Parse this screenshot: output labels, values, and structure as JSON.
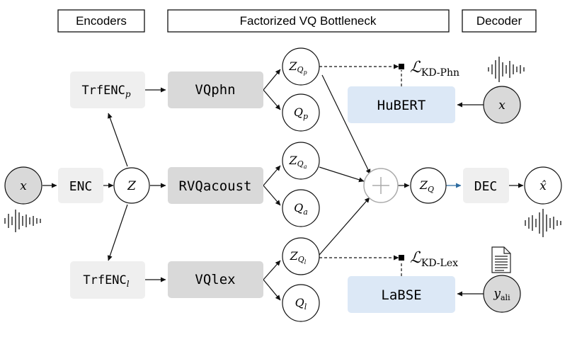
{
  "headers": {
    "encoders": "Encoders",
    "bottleneck": "Factorized VQ Bottleneck",
    "decoder": "Decoder"
  },
  "blocks": {
    "enc": "ENC",
    "trf_enc_p": {
      "base": "TrfENC",
      "sub": "p"
    },
    "trf_enc_l": {
      "base": "TrfENC",
      "sub": "l"
    },
    "vq_phn": "VQphn",
    "rvq_acoust": "RVQacoust",
    "vq_lex": "VQlex",
    "hubert": "HuBERT",
    "labse": "LaBSE",
    "dec": "DEC"
  },
  "nodes": {
    "x_in": "x",
    "z": "Z",
    "z_qp": {
      "base": "Z",
      "sub": "Q",
      "subsub": "p"
    },
    "q_p": {
      "base": "Q",
      "sub": "p"
    },
    "z_qa": {
      "base": "Z",
      "sub": "Q",
      "subsub": "a"
    },
    "q_a": {
      "base": "Q",
      "sub": "a"
    },
    "z_ql": {
      "base": "Z",
      "sub": "Q",
      "subsub": "l"
    },
    "q_l": {
      "base": "Q",
      "sub": "l"
    },
    "z_q": {
      "base": "Z",
      "sub": "Q"
    },
    "x_hat": "x̂",
    "x_hubert": "x",
    "y_ali": {
      "base": "y",
      "sub": "ali"
    }
  },
  "losses": {
    "kd_phn": {
      "base": "ℒ",
      "sub": "KD-Phn"
    },
    "kd_lex": {
      "base": "ℒ",
      "sub": "KD-Lex"
    }
  },
  "colors": {
    "gray_block": "#d9d9d9",
    "light_block": "#efefef",
    "blue_block": "#dce8f6",
    "node_fill": "#d9d9d9",
    "sum_stroke": "#aaaaaa",
    "dec_arrow": "#2e6ca0"
  },
  "icons": [
    "waveform-icon",
    "document-icon"
  ]
}
